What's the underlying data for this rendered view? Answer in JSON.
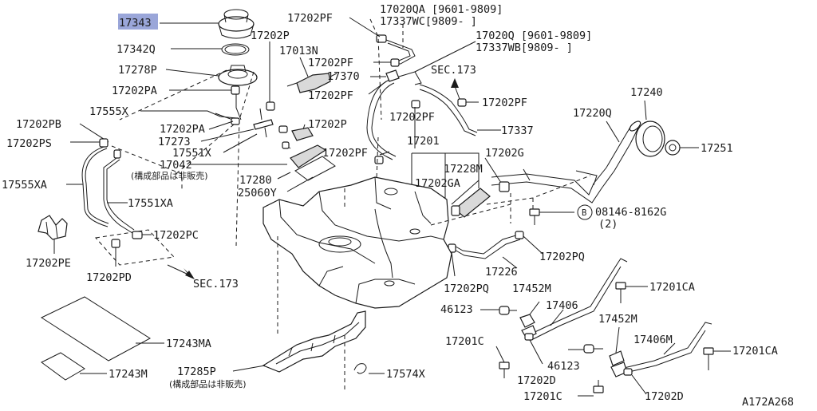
{
  "labels": {
    "p17343": "17343",
    "p17342Q": "17342Q",
    "p17278P": "17278P",
    "p17202PA_1": "17202PA",
    "p17555X": "17555X",
    "p17202PB": "17202PB",
    "p17202PS": "17202PS",
    "p17555XA": "17555XA",
    "p17551XA": "17551XA",
    "p17202PE": "17202PE",
    "p17202PD": "17202PD",
    "p17202PC": "17202PC",
    "sec173_bl": "SEC.173",
    "p17243MA": "17243MA",
    "p17243M": "17243M",
    "p17202P_top": "17202P",
    "p17013N": "17013N",
    "p17202PA_2": "17202PA",
    "p17273": "17273",
    "p17551X": "17551X",
    "p17042": "17042",
    "jp_not_sold_1": "(構成部品は非販売)",
    "p17280": "17280",
    "p25060Y": "25060Y",
    "p17202P_mid": "17202P",
    "p17202PF_top": "17202PF",
    "p17202PF_2": "17202PF",
    "p17370": "17370",
    "p17202PF_3": "17202PF",
    "p17202PF_4": "17202PF",
    "p17020QA": "17020QA [9601-9809]",
    "p17337WC": "17337WC[9809-    ]",
    "p17020Q": "17020Q  [9601-9809]",
    "p17337WB": "17337WB[9809-    ]",
    "sec173_top": "SEC.173",
    "p17202PF_5": "17202PF",
    "p17202PF_6": "17202PF",
    "p17337": "17337",
    "p17201": "17201",
    "p17202G": "17202G",
    "p17228M": "17228M",
    "p17202GA": "17202GA",
    "p17240": "17240",
    "p17220Q": "17220Q",
    "p17251": "17251",
    "bolt_B": "B",
    "p08146": "08146-8162G",
    "p08146_qty": "(2)",
    "p17202PQ_1": "17202PQ",
    "p17226": "17226",
    "p17202PQ_2": "17202PQ",
    "p17452M_1": "17452M",
    "p46123_1": "46123",
    "p17406": "17406",
    "p17201CA_1": "17201CA",
    "p17452M_2": "17452M",
    "p17201C_1": "17201C",
    "p17406M": "17406M",
    "p17201CA_2": "17201CA",
    "p46123_2": "46123",
    "p17202D_1": "17202D",
    "p17285P": "17285P",
    "jp_not_sold_2": "(構成部品は非販売)",
    "p17574X": "17574X",
    "p17201C_2": "17201C",
    "p17202D_2": "17202D",
    "ref_code": "A172A268"
  },
  "colors": {
    "line": "#1a1a1a",
    "highlight": "#9aa6d9",
    "background": "#ffffff"
  }
}
